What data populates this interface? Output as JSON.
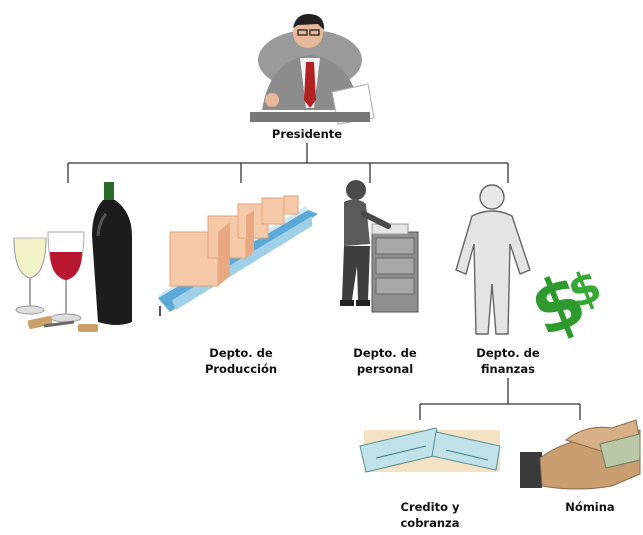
{
  "org_chart": {
    "root": {
      "label": "Presidente",
      "icon": "businessman-at-desk-icon"
    },
    "departments": [
      {
        "label": "",
        "icon": "wine-bottle-and-glasses-icon"
      },
      {
        "label": "Depto. de\nProducción",
        "icon": "conveyor-belt-boxes-icon"
      },
      {
        "label": "Depto. de\npersonal",
        "icon": "person-at-file-cabinet-icon"
      },
      {
        "label": "Depto. de\nfinanzas",
        "icon": "person-with-dollar-sign-icon"
      }
    ],
    "sub_departments": [
      {
        "label": "Credito y\ncobranza",
        "icon": "checks-icon"
      },
      {
        "label": "Nómina",
        "icon": "handshake-money-icon"
      }
    ]
  },
  "colors": {
    "line": "#333333",
    "money_green": "#2e9a2e",
    "box_peach": "#f6c9a8",
    "belt_blue": "#9fd0e8"
  }
}
